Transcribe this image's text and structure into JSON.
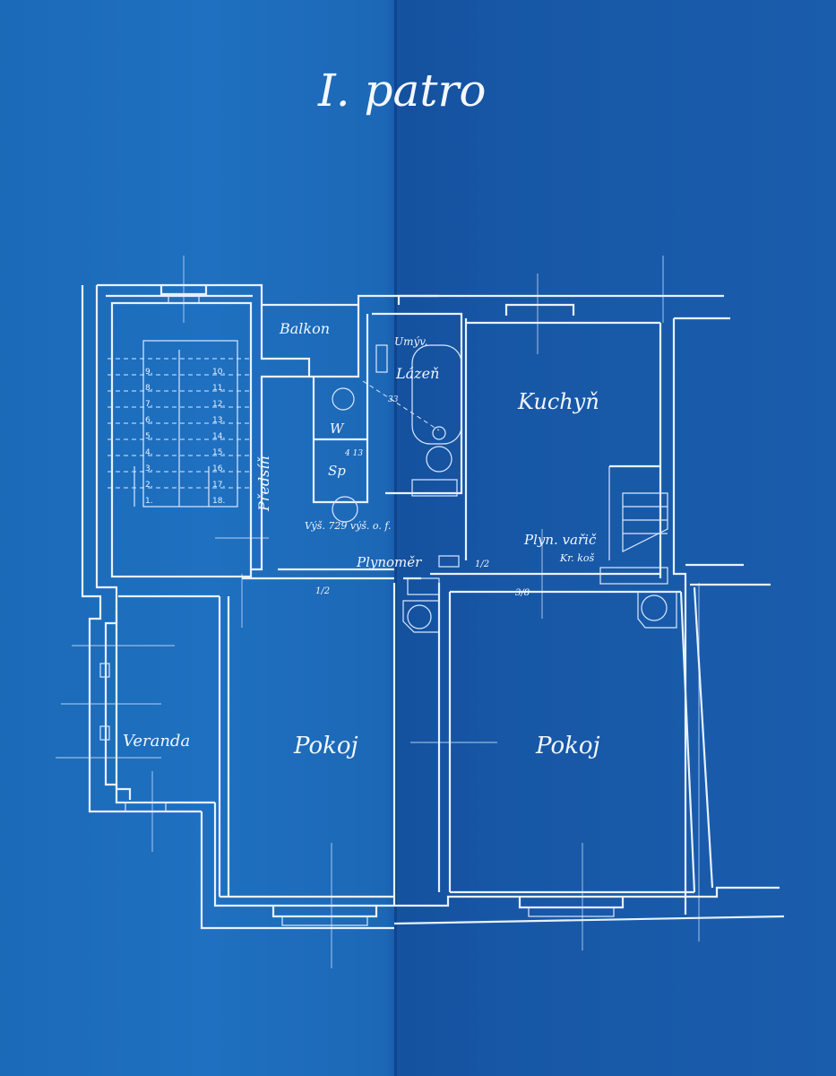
{
  "title": "I. patro",
  "rooms": {
    "balkon": "Balkon",
    "kuchyn": "Kuchyň",
    "koupelna_a": "Umýv.",
    "koupelna_b": "Lázeň",
    "predsin": "Předsíň",
    "wc": "W",
    "spiz": "Sp",
    "veranda": "Veranda",
    "pokoj_left": "Pokoj",
    "pokoj_right": "Pokoj"
  },
  "annotations": {
    "vyska": "Výš. 729 výš. o. f.",
    "plynomer": "Plynoměr",
    "plyn_varic": "Plyn. vařič",
    "kr_kos": "Kr. koš",
    "dim_left": "1/2",
    "dim_mid": "1/2",
    "dim_right": "3/8",
    "num_33": "33",
    "num_13": "4 13"
  },
  "stairs": {
    "left_numbers": [
      "9.",
      "8.",
      "7.",
      "6.",
      "5.",
      "4.",
      "3.",
      "2.",
      "1."
    ],
    "right_numbers": [
      "10.",
      "11.",
      "12.",
      "13.",
      "14.",
      "15.",
      "16.",
      "17.",
      "18."
    ]
  }
}
